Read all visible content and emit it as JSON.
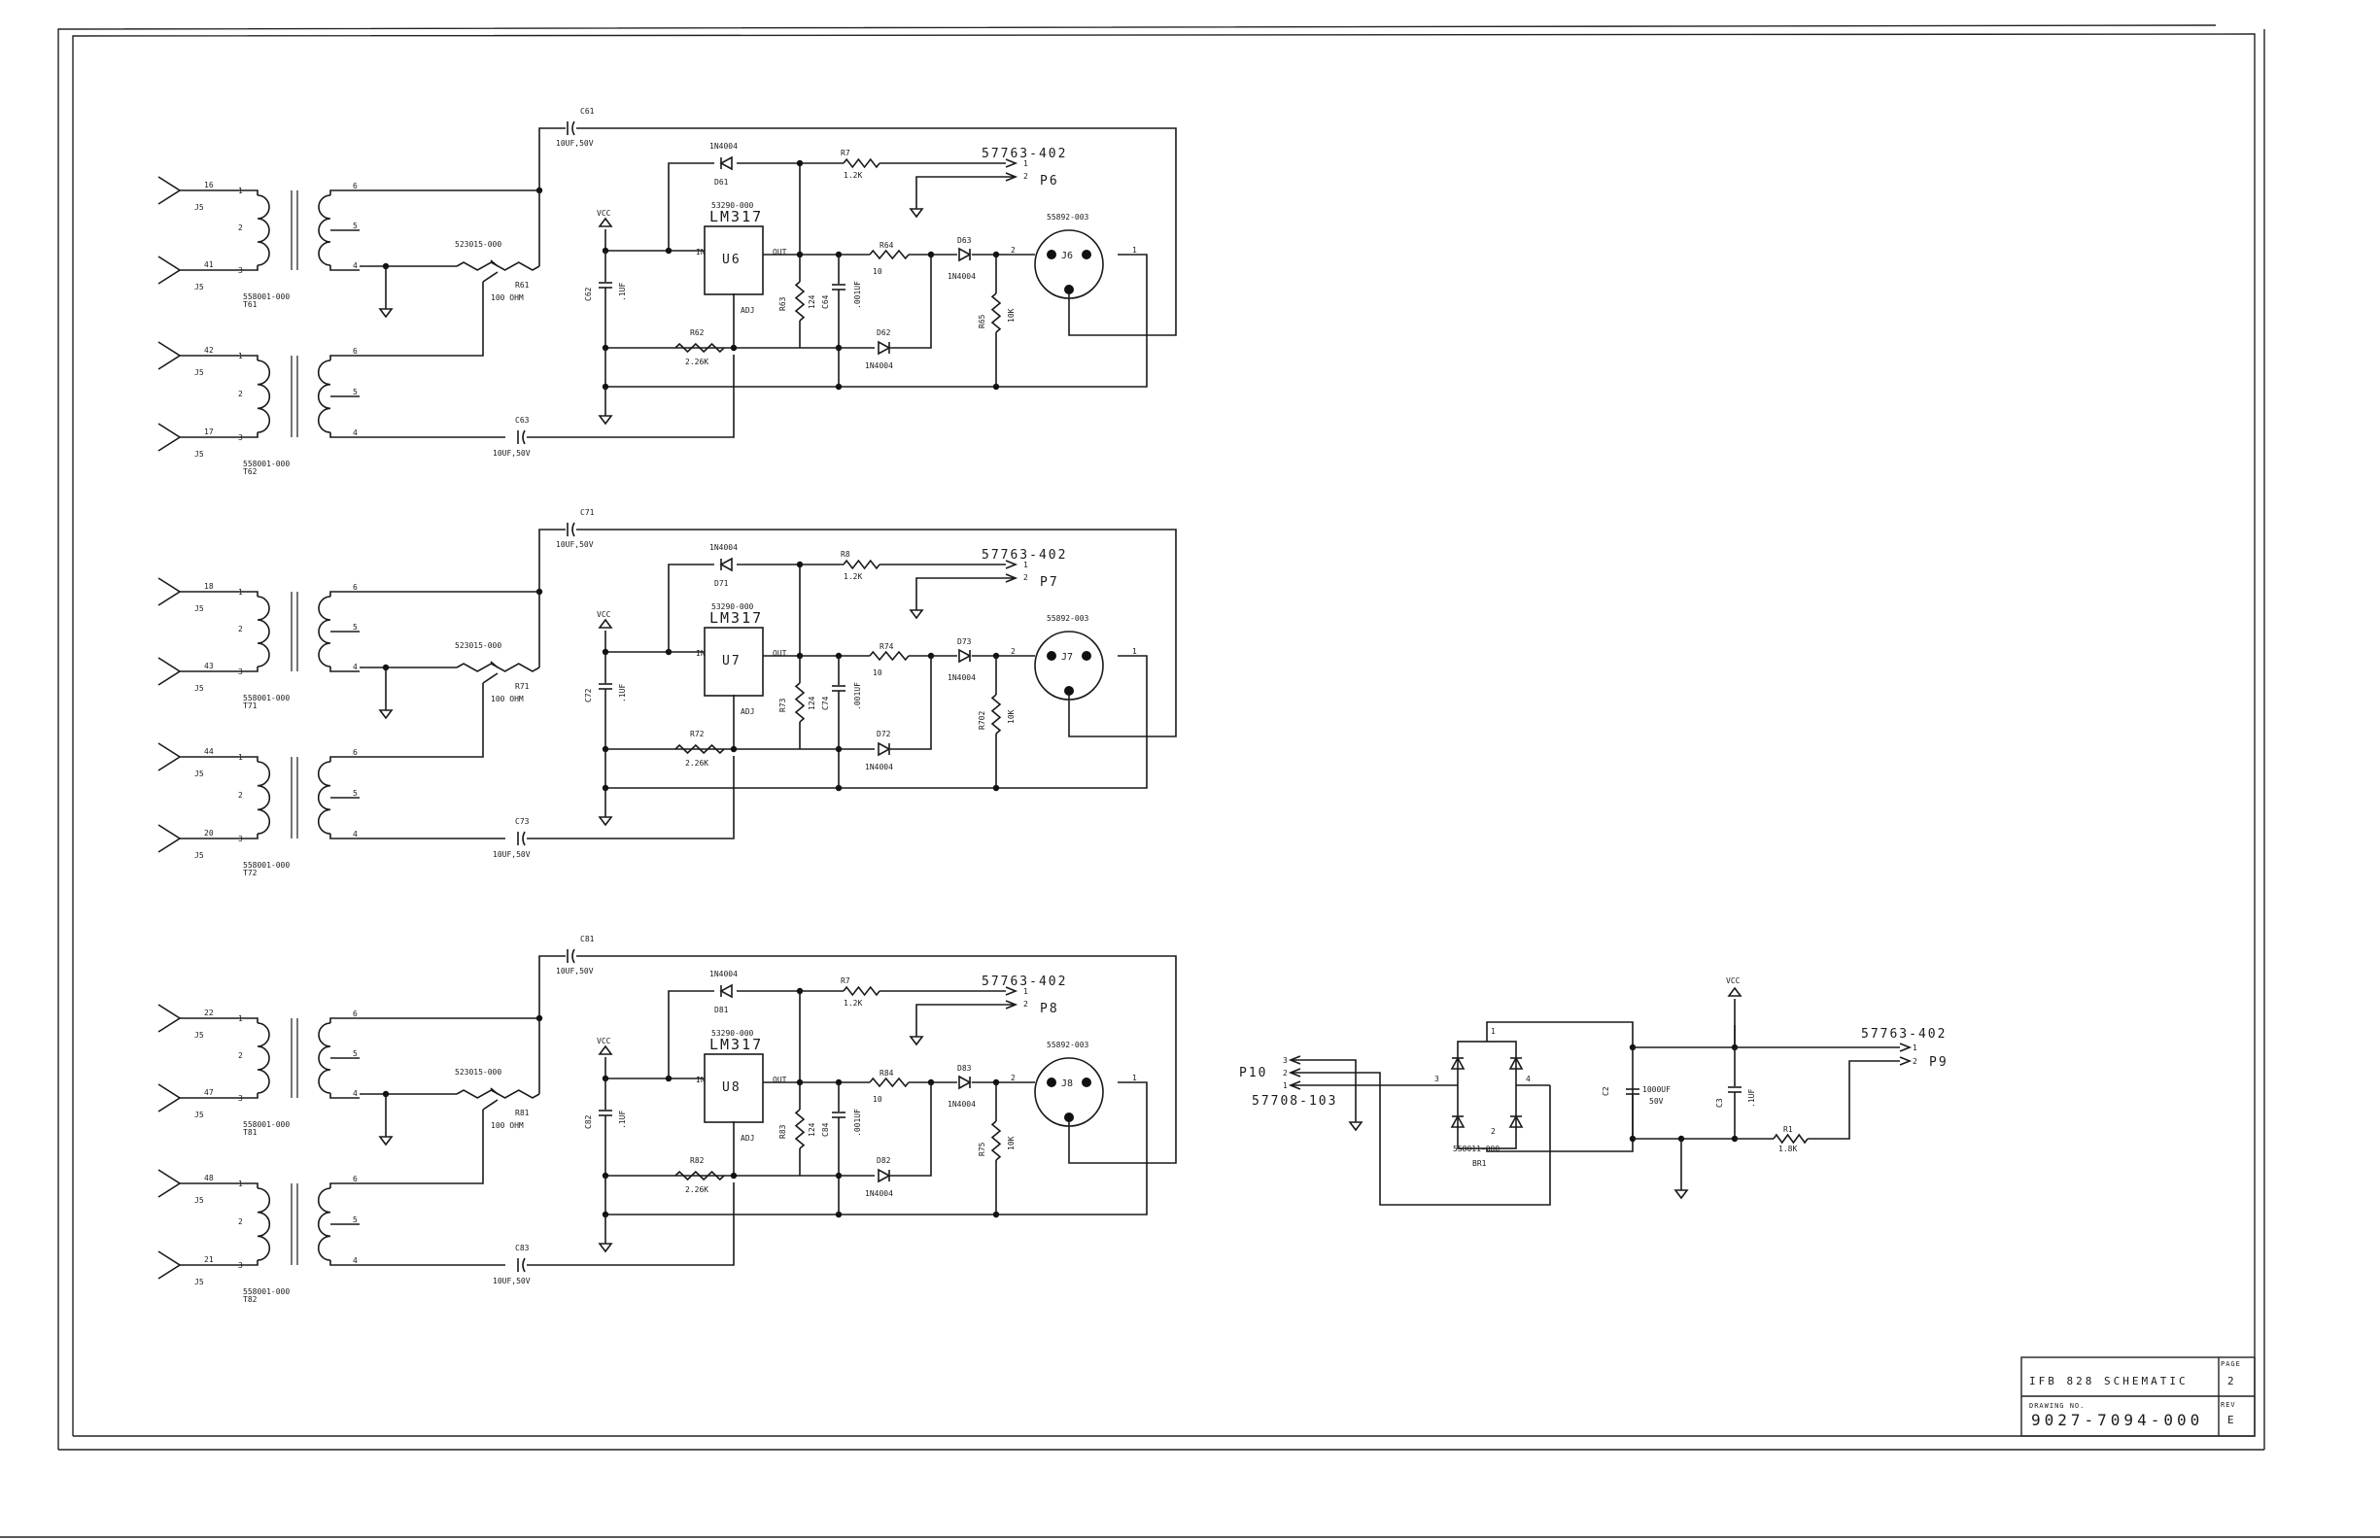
{
  "title_block": {
    "title": "IFB 828 SCHEMATIC",
    "page_label": "PAGE",
    "page": "2",
    "drawing_no_label": "DRAWING NO.",
    "drawing_no": "9027-7094-000",
    "rev_label": "REV",
    "rev": "E"
  },
  "channels": [
    {
      "jack_in": "J5",
      "pins": [
        "16",
        "41",
        "42",
        "17"
      ],
      "xfmr1": "558001-000",
      "xfmr1_ref": "T61",
      "xfmr2": "558001-000",
      "xfmr2_ref": "T62",
      "cap_top": "C61",
      "cap_top_val": "10UF,50V",
      "cap_bot": "C63",
      "cap_bot_val": "10UF,50V",
      "pot_pn": "523015-000",
      "pot": "R61",
      "pot_val": "100 OHM",
      "diode_top_type": "1N4004",
      "diode_top": "D61",
      "res_top": "R7",
      "res_top_val": "1.2K",
      "header_pn": "57763-402",
      "header": "P6",
      "reg_pn": "53290-000",
      "reg_type": "LM317",
      "reg": "U6",
      "reg_in": "IN",
      "reg_out": "OUT",
      "reg_adj": "ADJ",
      "vcc": "VCC",
      "cap_in": "C62",
      "cap_in_val": ".1UF",
      "res_adj": "R62",
      "res_adj_val": "2.26K",
      "res_out": "R63",
      "res_out_val": "124",
      "cap_out": "C64",
      "cap_out_val": ".001UF",
      "res_ser": "R64",
      "res_ser_val": "10",
      "diode_out": "D63",
      "diode_out_type": "1N4004",
      "diode_adj": "D62",
      "diode_adj_type": "1N4004",
      "res_load": "R65",
      "res_load_val": "10K",
      "jack_pn": "55892-003",
      "jack": "J6"
    },
    {
      "jack_in": "J5",
      "pins": [
        "18",
        "43",
        "44",
        "20"
      ],
      "xfmr1": "558001-000",
      "xfmr1_ref": "T71",
      "xfmr2": "558001-000",
      "xfmr2_ref": "T72",
      "cap_top": "C71",
      "cap_top_val": "10UF,50V",
      "cap_bot": "C73",
      "cap_bot_val": "10UF,50V",
      "pot_pn": "523015-000",
      "pot": "R71",
      "pot_val": "100 OHM",
      "diode_top_type": "1N4004",
      "diode_top": "D71",
      "res_top": "R8",
      "res_top_val": "1.2K",
      "header_pn": "57763-402",
      "header": "P7",
      "reg_pn": "53290-000",
      "reg_type": "LM317",
      "reg": "U7",
      "reg_in": "IN",
      "reg_out": "OUT",
      "reg_adj": "ADJ",
      "vcc": "VCC",
      "cap_in": "C72",
      "cap_in_val": ".1UF",
      "res_adj": "R72",
      "res_adj_val": "2.26K",
      "res_out": "R73",
      "res_out_val": "124",
      "cap_out": "C74",
      "cap_out_val": ".001UF",
      "res_ser": "R74",
      "res_ser_val": "10",
      "diode_out": "D73",
      "diode_out_type": "1N4004",
      "diode_adj": "D72",
      "diode_adj_type": "1N4004",
      "res_load": "R702",
      "res_load_val": "10K",
      "jack_pn": "55892-003",
      "jack": "J7"
    },
    {
      "jack_in": "J5",
      "pins": [
        "22",
        "47",
        "48",
        "21"
      ],
      "xfmr1": "558001-000",
      "xfmr1_ref": "T81",
      "xfmr2": "558001-000",
      "xfmr2_ref": "T82",
      "cap_top": "C81",
      "cap_top_val": "10UF,50V",
      "cap_bot": "C83",
      "cap_bot_val": "10UF,50V",
      "pot_pn": "523015-000",
      "pot": "R81",
      "pot_val": "100 OHM",
      "diode_top_type": "1N4004",
      "diode_top": "D81",
      "res_top": "R7",
      "res_top_val": "1.2K",
      "header_pn": "57763-402",
      "header": "P8",
      "reg_pn": "53290-000",
      "reg_type": "LM317",
      "reg": "U8",
      "reg_in": "IN",
      "reg_out": "OUT",
      "reg_adj": "ADJ",
      "vcc": "VCC",
      "cap_in": "C82",
      "cap_in_val": ".1UF",
      "res_adj": "R82",
      "res_adj_val": "2.26K",
      "res_out": "R83",
      "res_out_val": "124",
      "cap_out": "C84",
      "cap_out_val": ".001UF",
      "res_ser": "R84",
      "res_ser_val": "10",
      "diode_out": "D83",
      "diode_out_type": "1N4004",
      "diode_adj": "D82",
      "diode_adj_type": "1N4004",
      "res_load": "R75",
      "res_load_val": "10K",
      "jack_pn": "55892-003",
      "jack": "J8"
    }
  ],
  "power": {
    "conn": "P10",
    "conn_pn": "57708-103",
    "conn_pins": [
      "3",
      "2",
      "1"
    ],
    "bridge_pn": "558011-000",
    "bridge": "BR1",
    "cap_bulk": "C2",
    "cap_bulk_val": "1000UF",
    "cap_bulk_v": "50V",
    "cap_dec": "C3",
    "cap_dec_val": ".1UF",
    "vcc": "VCC",
    "res": "R1",
    "res_val": "1.8K",
    "header_pn": "57763-402",
    "header": "P9"
  },
  "pin_labels": {
    "p1": "1",
    "p2": "2",
    "p3": "3",
    "p4": "4",
    "p5": "5",
    "p6": "6"
  }
}
